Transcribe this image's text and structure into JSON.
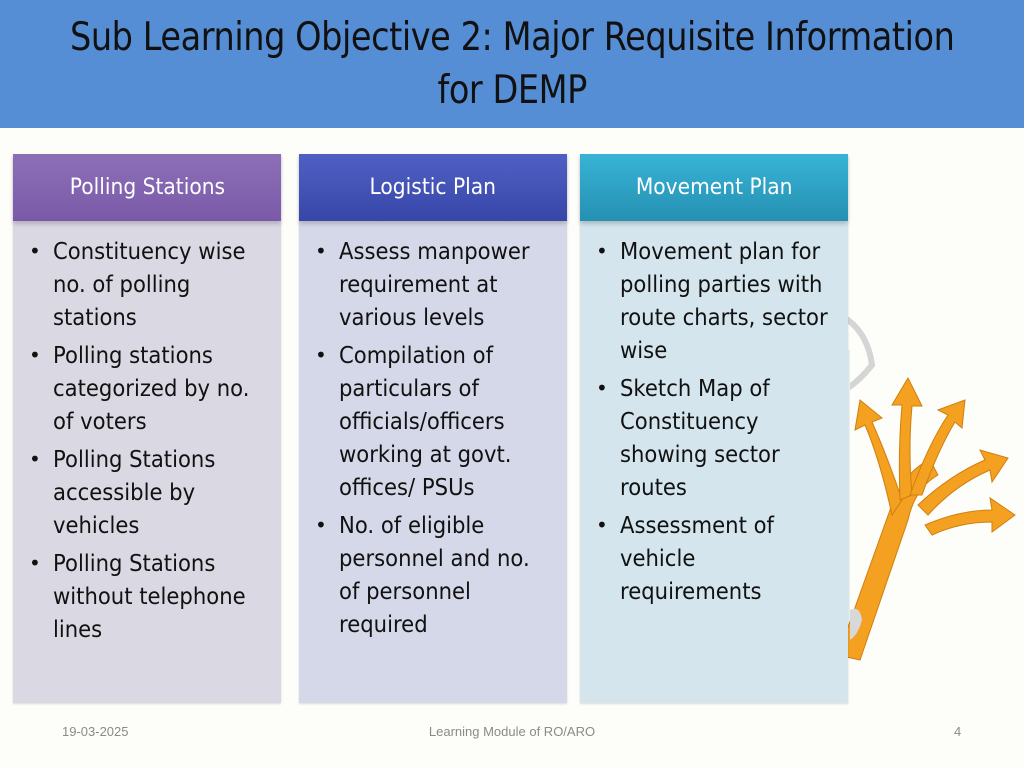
{
  "slide": {
    "title_line1": "Sub Learning Objective 2: Major Requisite Information",
    "title_line2": "for DEMP",
    "colors": {
      "title_bar": "#558ed5",
      "card1_header": "#7f60ad",
      "card2_header": "#3f4fb5",
      "card3_header": "#2ea3c6",
      "arrow_orange": "#f4a020"
    },
    "cards": [
      {
        "header": "Polling Stations",
        "items": [
          "Constituency wise no. of polling stations",
          "Polling stations categorized by no. of voters",
          "Polling Stations accessible by vehicles",
          "Polling Stations without telephone lines"
        ]
      },
      {
        "header": "Logistic Plan",
        "items": [
          "Assess manpower requirement at various levels",
          "Compilation of particulars of officials/officers working at govt. offices/ PSUs",
          "No. of eligible personnel and no. of personnel required"
        ]
      },
      {
        "header": "Movement Plan",
        "items": [
          "Movement plan for polling parties with route charts, sector wise",
          "Sketch Map of Constituency showing sector routes",
          "Assessment of vehicle requirements"
        ]
      }
    ],
    "illustration": "figure-with-branching-orange-arrows",
    "footer": {
      "date": "19-03-2025",
      "center": "Learning Module of RO/ARO",
      "page": "4"
    }
  }
}
